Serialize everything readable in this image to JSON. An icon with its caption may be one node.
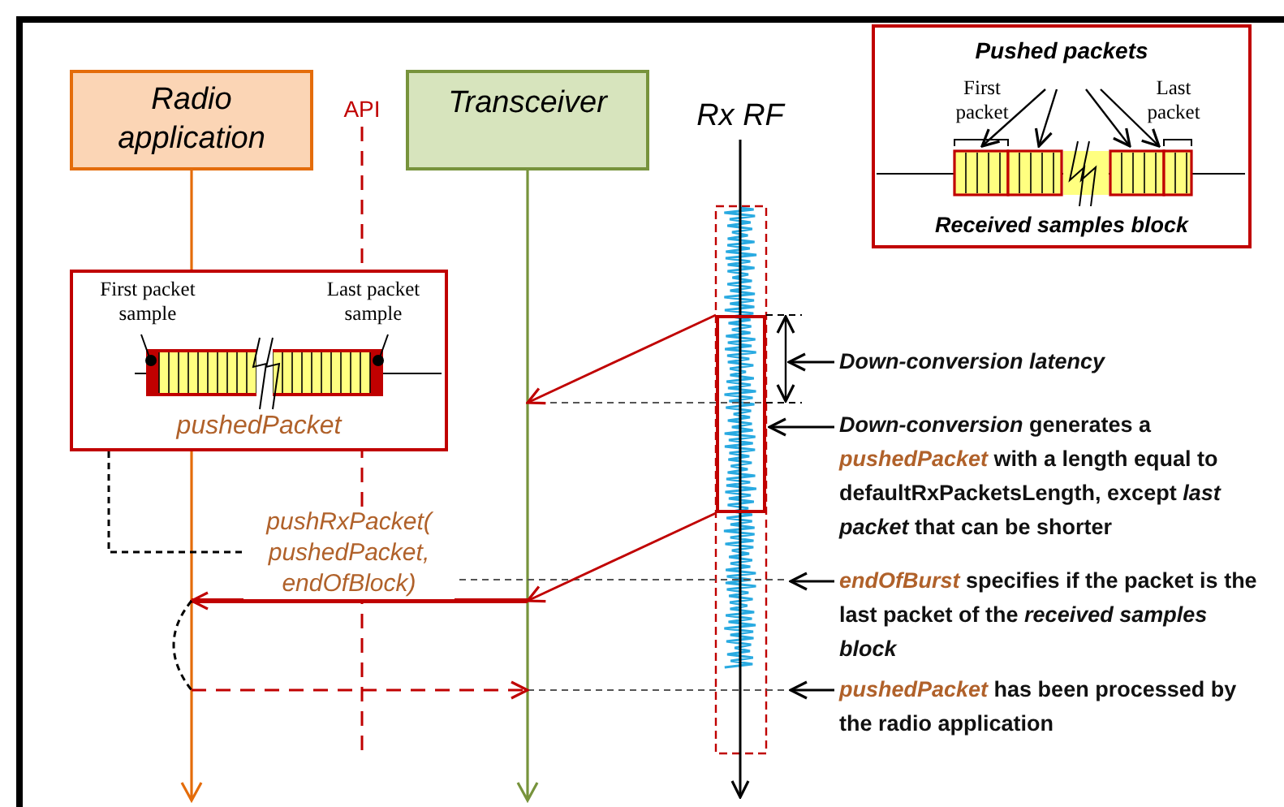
{
  "diagram": {
    "nodes": [
      {
        "text": [
          "Radio application"
        ]
      },
      {
        "text": [
          "API"
        ]
      },
      {
        "text": [
          "Transceiver"
        ]
      },
      {
        "text": [
          "Rx RF"
        ]
      },
      {
        "text": [
          "Pushed packets",
          "First packet",
          "Last packet",
          "Received samples block"
        ]
      },
      {
        "text": [
          "First packet sample",
          "Last packet sample",
          "pushedPacket"
        ]
      },
      {
        "text": [],
        "shape": "box"
      },
      {
        "text": [
          "Down-conversion latency"
        ]
      },
      {
        "text": [
          "*Down-conversion* generates a *pushedPacket* with a length equal to defaultRxPacketsLength, except *last packet* that can be shorter"
        ]
      },
      {
        "text": [
          "*endOfBurst* specifies if the packet is the last packet of the *received samples block*"
        ]
      },
      {
        "text": [
          "*pushedPacket* has been processed by the radio application"
        ]
      },
      {
        "text": [],
        "shape": "bar"
      },
      {
        "text": [],
        "shape": "bar"
      }
    ],
    "edges": [
      {
        "from": 6,
        "to": 12,
        "arrow": "to",
        "color": "#c00000"
      },
      {
        "from": 6,
        "to": 12,
        "arrow": "to",
        "color": "#c00000"
      },
      {
        "from": 12,
        "to": 11,
        "arrow": "to",
        "label": "pushRxPacket( pushedPacket, endOfBlock)",
        "color": "#c00000",
        "style": "thick"
      },
      {
        "from": 11,
        "to": 11,
        "arrow": "none",
        "style": "dashed"
      },
      {
        "from": 11,
        "to": 12,
        "arrow": "to",
        "style": "dashed",
        "color": "#c00000"
      },
      {
        "from": 5,
        "to": null,
        "arrow": "none",
        "style": "dashed"
      },
      {
        "from": 1,
        "to": null,
        "arrow": "none",
        "style": "dashed",
        "color": "#c00000"
      },
      {
        "from": 3,
        "to": null,
        "arrow": "to"
      },
      {
        "from": 7,
        "to": 6,
        "arrow": "to"
      },
      {
        "from": 8,
        "to": 6,
        "arrow": "to"
      },
      {
        "from": 9,
        "to": null,
        "arrow": "to"
      },
      {
        "from": 10,
        "to": null,
        "arrow": "to"
      }
    ]
  }
}
